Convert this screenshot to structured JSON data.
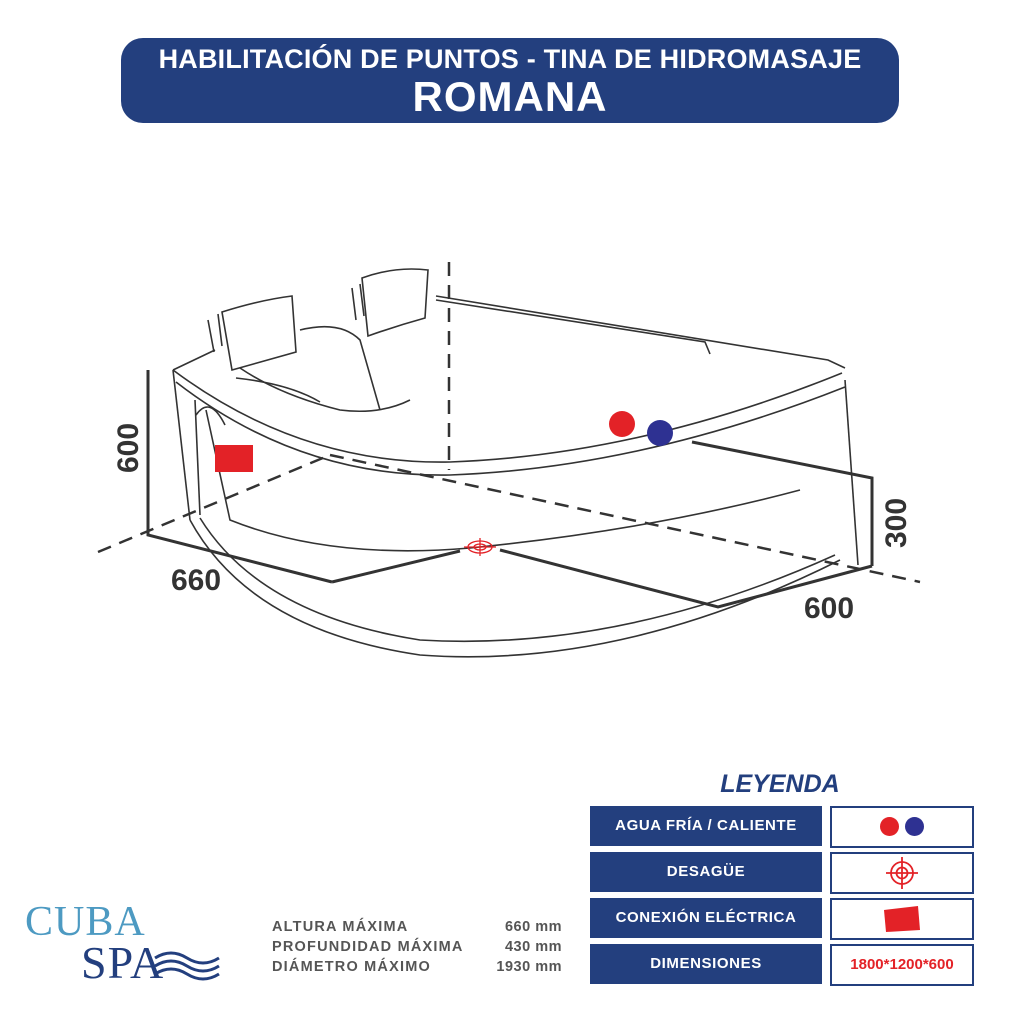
{
  "header": {
    "line1": "HABILITACIÓN DE PUNTOS - TINA DE HIDROMASAJE",
    "line2": "ROMANA"
  },
  "diagram": {
    "dimension_labels": {
      "height": "600",
      "depth": "660",
      "width": "600",
      "drain_height": "300"
    },
    "colors": {
      "line": "#333333",
      "cold_water": "#e32227",
      "hot_water": "#2e3192",
      "electric": "#e32227",
      "drain": "#e32227"
    }
  },
  "legend": {
    "title": "LEYENDA",
    "rows": [
      {
        "label": "AGUA FRÍA / CALIENTE",
        "symbol": "water-dots-icon"
      },
      {
        "label": "DESAGÜE",
        "symbol": "drain-crosshair-icon"
      },
      {
        "label": "CONEXIÓN ELÉCTRICA",
        "symbol": "electric-square-icon"
      },
      {
        "label": "DIMENSIONES",
        "value": "1800*1200*600"
      }
    ],
    "colors": {
      "row_bg": "#233f7e",
      "border": "#233f7e",
      "dims_text": "#e32227"
    }
  },
  "specs": [
    {
      "label": "ALTURA MÁXIMA",
      "value": "660 mm"
    },
    {
      "label": "PROFUNDIDAD MÁXIMA",
      "value": "430 mm"
    },
    {
      "label": "DIÁMETRO MÁXIMO",
      "value": "1930 mm"
    }
  ],
  "logo": {
    "line1": "CUBA",
    "line2": "SPA"
  }
}
